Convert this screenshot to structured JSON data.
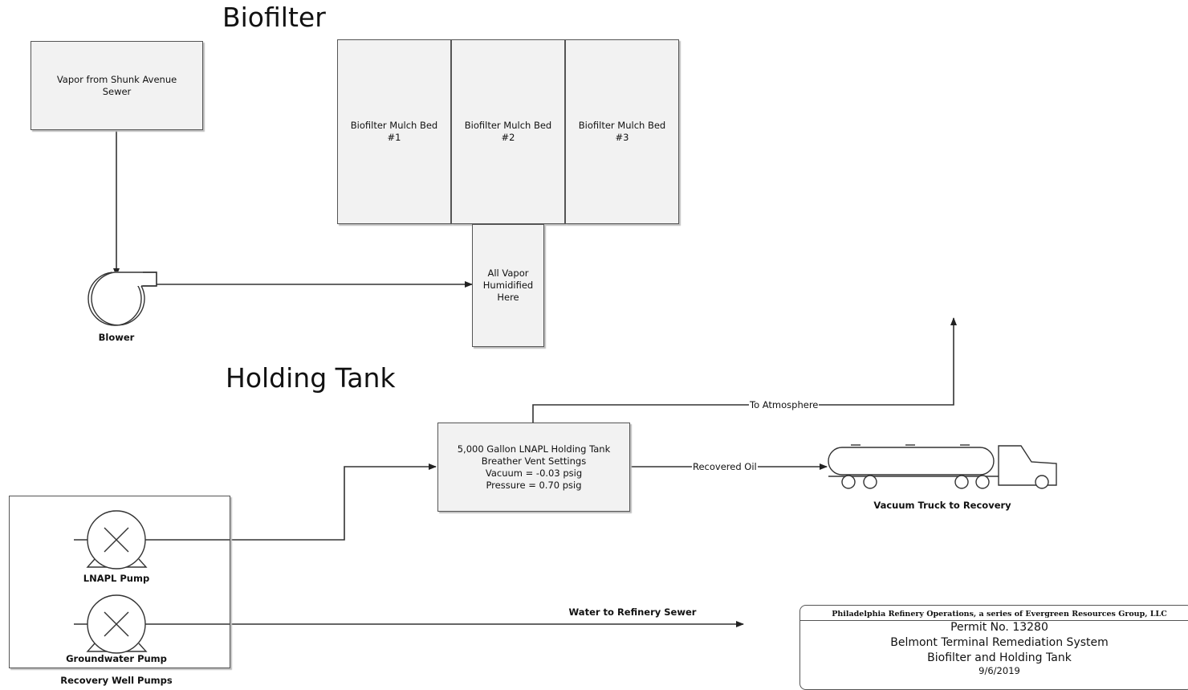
{
  "headings": {
    "biofilter": "Biofilter",
    "holding_tank": "Holding Tank"
  },
  "biofilter": {
    "vapor_source": "Vapor from Shunk Avenue\nSewer",
    "blower_label": "Blower",
    "mulch_beds": [
      "Biofilter Mulch Bed\n#1",
      "Biofilter Mulch Bed\n#2",
      "Biofilter Mulch Bed\n#3"
    ],
    "humidifier": "All Vapor\nHumidified\nHere"
  },
  "holding": {
    "tank": "5,000 Gallon LNAPL Holding Tank\nBreather Vent Settings\nVacuum = -0.03 psig\nPressure = 0.70 psig",
    "to_atmosphere": "To Atmosphere",
    "recovered_oil": "Recovered Oil",
    "truck_label": "Vacuum Truck to Recovery",
    "lnapl_pump": "LNAPL Pump",
    "groundwater_pump": "Groundwater Pump",
    "pumps_group": "Recovery Well Pumps",
    "water_to_sewer": "Water to Refinery Sewer"
  },
  "title_block": {
    "company": "Philadelphia Refinery Operations, a  series of Evergreen Resources Group,  LLC",
    "permit": "Permit No. 13280",
    "system": "Belmont Terminal Remediation System",
    "subject": "Biofilter and Holding Tank",
    "date": "9/6/2019"
  }
}
